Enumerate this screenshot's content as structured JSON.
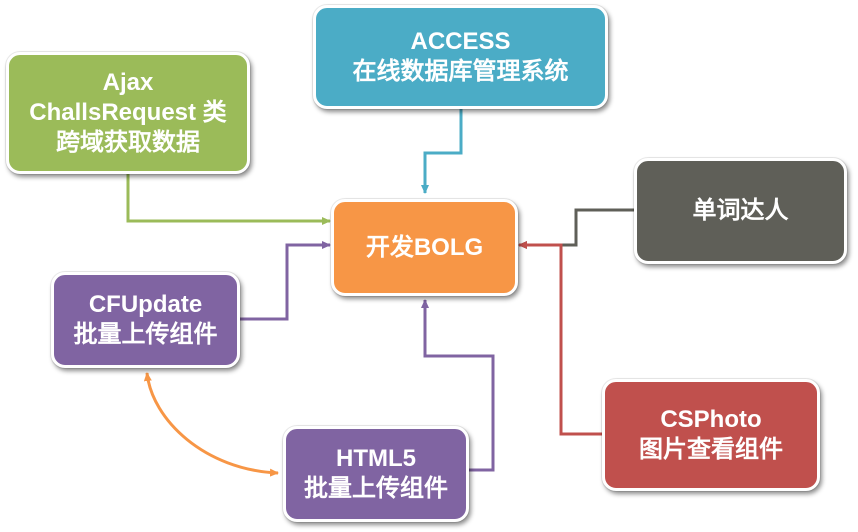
{
  "nodes": {
    "center": {
      "line1": "开发BOLG",
      "color": "#F79646"
    },
    "access": {
      "line1": "ACCESS",
      "line2": "在线数据库管理系统",
      "color": "#4BACC6"
    },
    "ajax": {
      "line1": "Ajax",
      "line2": "ChallsRequest 类",
      "line3": "跨域获取数据",
      "color": "#9BBB59"
    },
    "words": {
      "line1": "单词达人",
      "color": "#5F5F58"
    },
    "cfupdate": {
      "line1": "CFUpdate",
      "line2": "批量上传组件",
      "color": "#8064A2"
    },
    "html5": {
      "line1": "HTML5",
      "line2": "批量上传组件",
      "color": "#8064A2"
    },
    "csphoto": {
      "line1": "CSPhoto",
      "line2": "图片查看组件",
      "color": "#C0504D"
    }
  },
  "connector_colors": {
    "access": "#4BACC6",
    "ajax": "#9BBB59",
    "words": "#5F5F58",
    "csphoto": "#C0504D",
    "cfupdate": "#8064A2",
    "html5": "#8064A2",
    "cfupdate_html5": "#F79646"
  }
}
